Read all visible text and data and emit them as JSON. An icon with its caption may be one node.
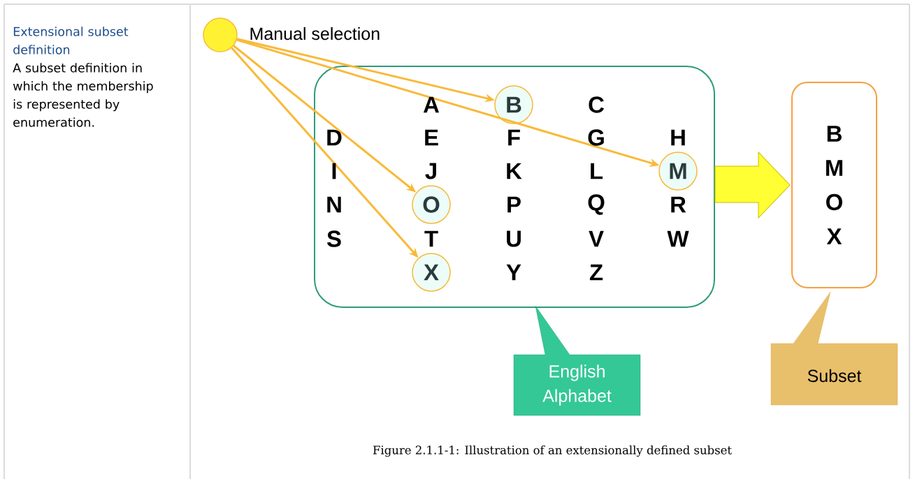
{
  "diagram": {
    "caption": "Figure 2.1.1-1: Illustration of an extensionally defined subset",
    "nodes": [
      {
        "text": [],
        "shape": "circle",
        "beside": [
          "Manual selection"
        ]
      },
      {
        "text": [],
        "shape": "box"
      },
      {
        "text": [
          "B"
        ],
        "in": 1
      },
      {
        "text": [
          "M"
        ],
        "in": 1
      },
      {
        "text": [
          "O"
        ],
        "in": 1
      },
      {
        "text": [
          "X"
        ],
        "in": 1
      },
      {
        "text": [
          "B",
          "M",
          "O",
          "X"
        ]
      },
      {
        "text": [
          "English Alphabet"
        ]
      },
      {
        "text": [
          "Subset"
        ]
      }
    ],
    "edges": [
      {
        "from": 0,
        "to": 2,
        "arrow": "to"
      },
      {
        "from": 0,
        "to": 3,
        "arrow": "to"
      },
      {
        "from": 0,
        "to": 4,
        "arrow": "to"
      },
      {
        "from": 0,
        "to": 5,
        "arrow": "to"
      },
      {
        "from": 1,
        "to": 6,
        "arrow": "to",
        "style": "thick",
        "color": "#ffff33"
      }
    ],
    "labels": [
      "Extensional subset definition",
      "A subset definition in which the membership is represented by enumeration.",
      "A",
      "C",
      "D",
      "E",
      "F",
      "G",
      "H",
      "I",
      "J",
      "K",
      "L",
      "N",
      "P",
      "Q",
      "R",
      "S",
      "T",
      "U",
      "V",
      "W",
      "Y",
      "Z"
    ]
  }
}
